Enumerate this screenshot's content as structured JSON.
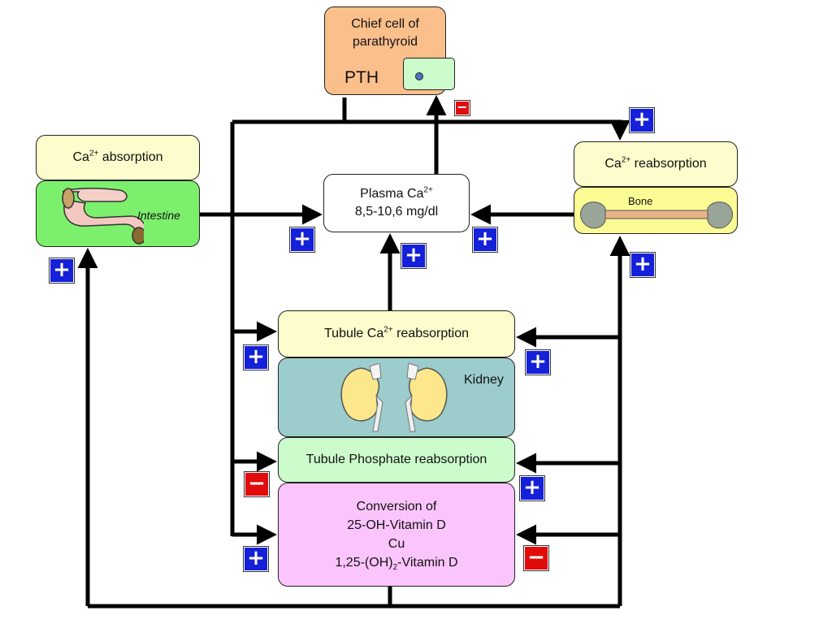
{
  "pth_box": {
    "line1": "Chief cell of",
    "line2": "parathyroid",
    "hormone": "PTH"
  },
  "intestine": {
    "title_pre": "Ca",
    "title_sup": "2+",
    "title_post": " absorption",
    "organ": "Intestine"
  },
  "bone": {
    "title_pre": "Ca",
    "title_sup": "2+",
    "title_post": " reabsorption",
    "organ": "Bone"
  },
  "plasma": {
    "line1_pre": "Plasma Ca",
    "line1_sup": "2+",
    "line2": "8,5-10,6 mg/dl"
  },
  "kidney": {
    "ca_pre": "Tubule Ca",
    "ca_sup": "2+",
    "ca_post": " reabsorption",
    "organ": "Kidney",
    "phosphate": "Tubule Phosphate reabsorption",
    "conv_line1": "Conversion of",
    "conv_line2": "25-OH-Vitamin D",
    "conv_line3": "Cu",
    "conv_line4_pre": "1,25-(OH)",
    "conv_line4_sub": "2",
    "conv_line4_post": "-Vitamin D"
  },
  "signs": {
    "plus": "+",
    "minus": "−"
  },
  "colors": {
    "pth": "#fbbf8c",
    "cell": "#ccfccc",
    "cream": "#fcfccc",
    "intestine": "#7cf06c",
    "bone": "#fcfc94",
    "kidney": "#9ccccc",
    "phosphate": "#ccfccc",
    "vitd": "#fcc4fc",
    "plus": "#1520d9",
    "minus": "#e00c0c"
  }
}
